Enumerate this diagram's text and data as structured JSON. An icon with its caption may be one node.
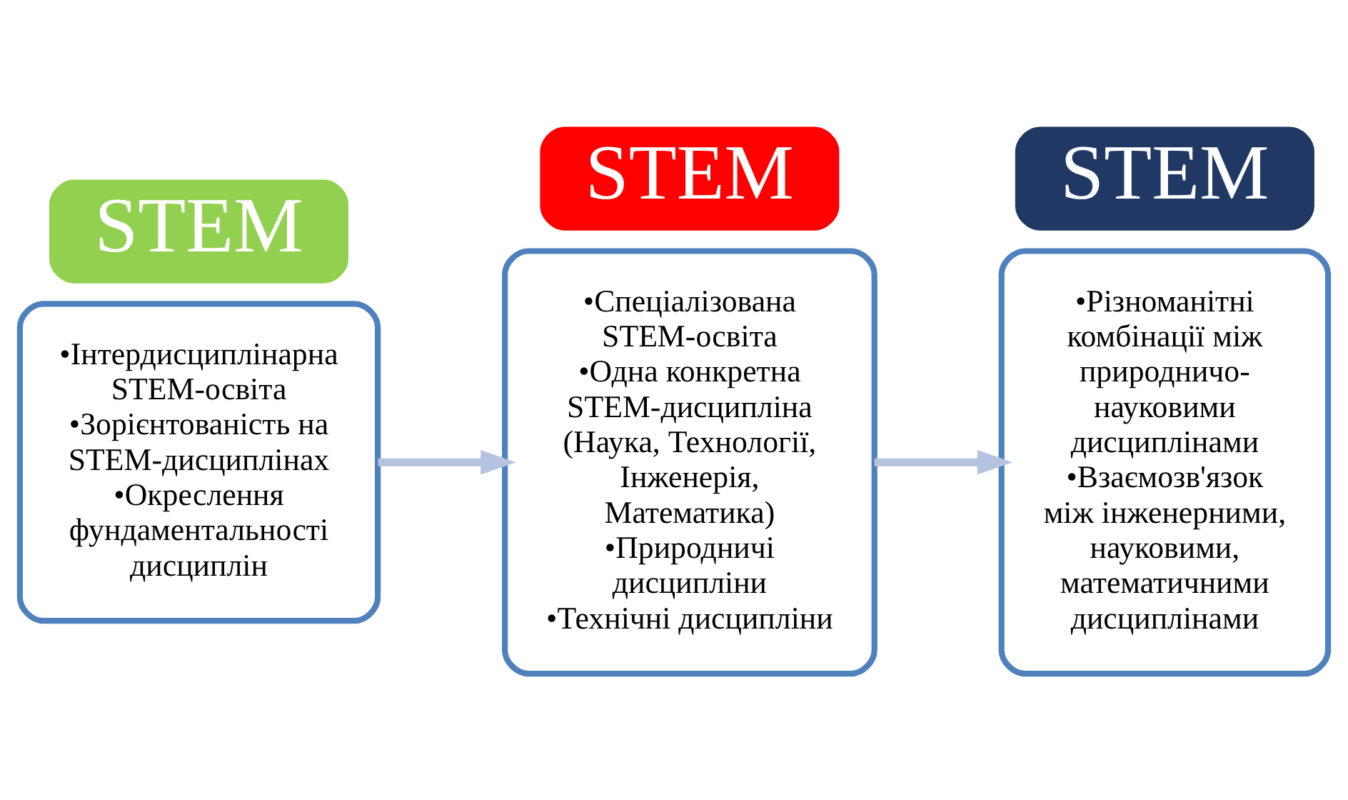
{
  "diagram": {
    "nodes": [
      {
        "text": [
          "•Інтердисциплінарна STEM-освіта",
          "•Зорієнтованість на STEM-дисциплінах",
          "•Окреслення фундаментальності дисциплін"
        ]
      },
      {
        "text": [
          "STEM"
        ]
      },
      {
        "text": [
          "STEM"
        ]
      },
      {
        "text": [
          "•Спеціалізована STEM-освіта",
          "•Одна конкретна STEM-дисципліна (Наука, Технології, Інженерія, Математика)",
          "•Природничі дисципліни",
          "•Технічні дисципліни"
        ]
      },
      {
        "text": [
          "•Різноманітні комбінації між природничо-науковими дисциплінами",
          "•Взаємозв'язок між інженерними, науковими, математичними дисциплінами"
        ]
      },
      {
        "text": [
          "STEM"
        ]
      }
    ],
    "edges": [
      {
        "from": 0,
        "to": 3,
        "arrow": "to"
      },
      {
        "from": 3,
        "to": 4,
        "arrow": "to"
      }
    ]
  }
}
